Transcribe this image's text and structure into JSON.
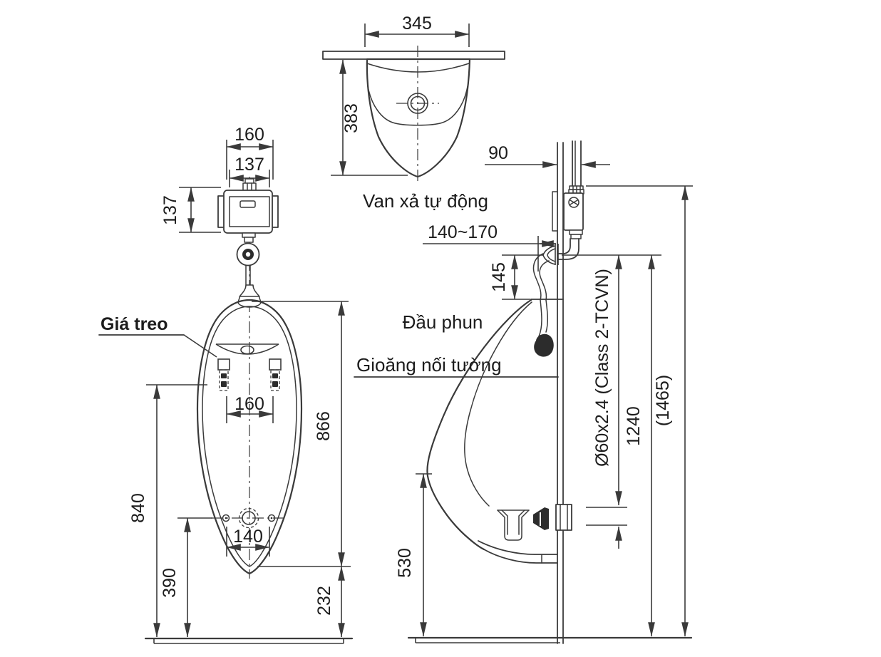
{
  "colors": {
    "line": "#3a3a3a",
    "text": "#1c1c1c",
    "background": "#ffffff"
  },
  "top_view": {
    "label": "Van xả tự động",
    "dim_width": "345",
    "dim_depth": "383"
  },
  "front_view": {
    "label_bracket": "Giá treo",
    "dim_valve_outer_width": "160",
    "dim_valve_width": "137",
    "dim_valve_height": "137",
    "dim_bracket_spacing": "160",
    "dim_body_height": "866",
    "dim_mid_height": "840",
    "dim_drain_spacing": "140",
    "dim_drain_height": "390",
    "dim_bottom_clearance": "232"
  },
  "side_view": {
    "label_spray_head": "Đầu phun",
    "label_wall_gasket": "Gioăng nối tường",
    "dim_wall_depth": "90",
    "dim_rough_in": "140~170",
    "dim_spud": "145",
    "dim_drain_pipe_spec": "Ø60x2.4 (Class 2-TCVN)",
    "dim_valve_height": "1240",
    "dim_total_height": "(1465)",
    "dim_rim_height": "530"
  }
}
